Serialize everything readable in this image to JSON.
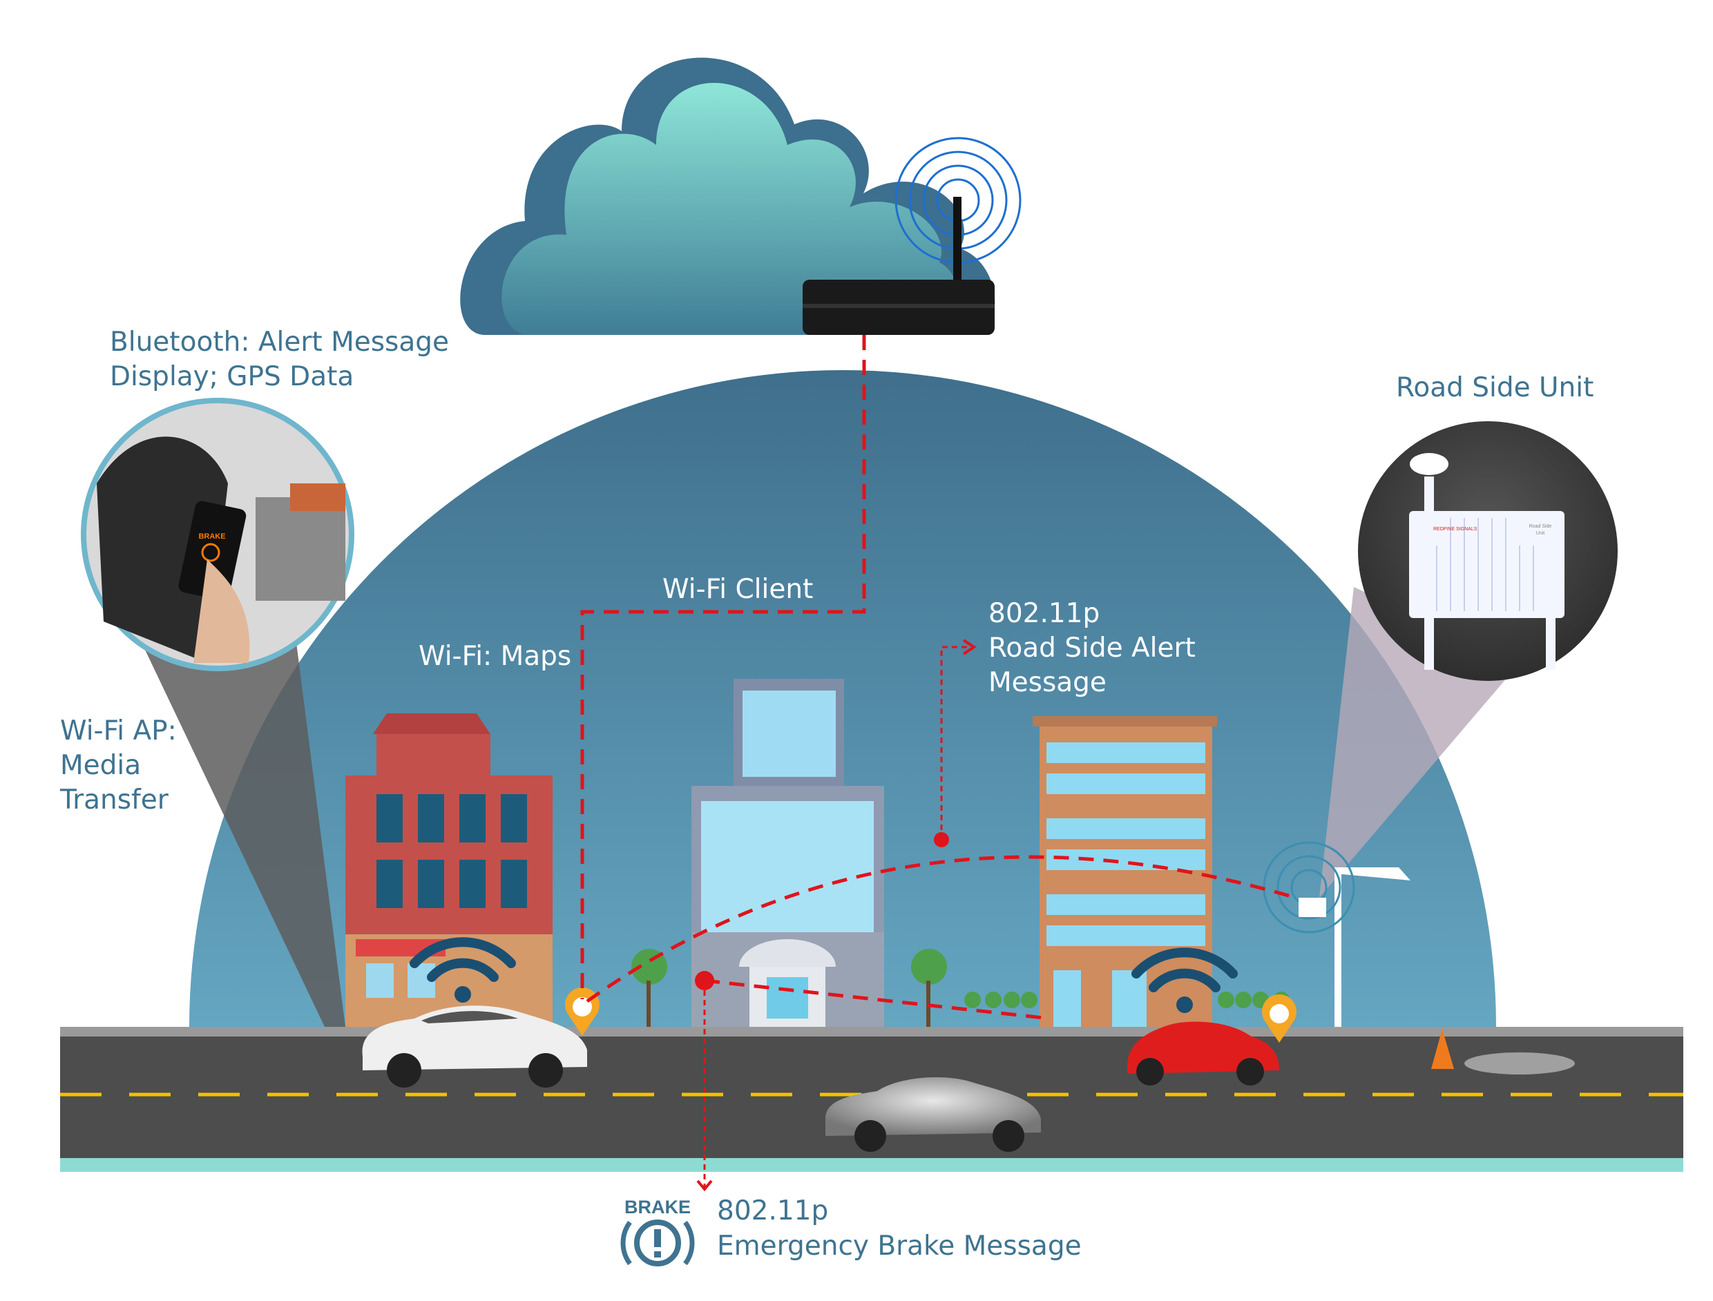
{
  "labels": {
    "bluetooth_line1": "Bluetooth: Alert Message",
    "bluetooth_line2": "Display; GPS Data",
    "road_side_unit": "Road Side Unit",
    "wifi_client": "Wi-Fi Client",
    "wifi_maps": "Wi-Fi: Maps",
    "wifi_ap_line1": "Wi-Fi AP:",
    "wifi_ap_line2": "Media",
    "wifi_ap_line3": "Transfer",
    "rsa_line1": "802.11p",
    "rsa_line2": "Road Side Alert",
    "rsa_line3": "Message",
    "ebm_line1": "802.11p",
    "ebm_line2": "Emergency Brake Message"
  },
  "icons": {
    "brake_icon_text": "BRAKE",
    "phone_screen_text": "BRAKE",
    "rsu_brand": "REDPINE SIGNALS",
    "rsu_label_line1": "Road Side",
    "rsu_label_line2": "Unit"
  },
  "colors": {
    "dome": "#4a7f9c",
    "text": "#3f7390",
    "dashed_link": "#e0141b",
    "road": "#4d4d4d",
    "lane": "#f2c200",
    "cloud_light": "#8ee0d6",
    "cloud_dark": "#3d6f8e"
  }
}
